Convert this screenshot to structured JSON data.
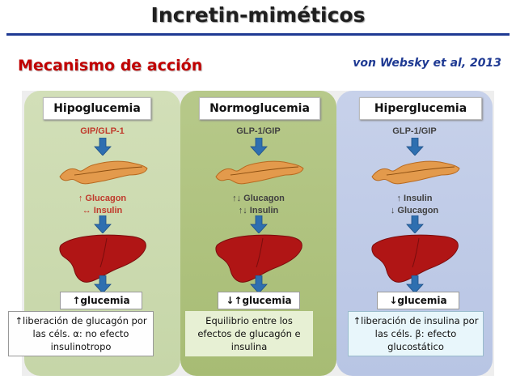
{
  "title": "Incretin-miméticos",
  "subtitle": "Mecanismo de acción",
  "citation": "von Websky et al, 2013",
  "panels": [
    {
      "title": "Hipoglucemia",
      "hormones": "GIP/GLP-1",
      "effect_line1": "↑ Glucagon",
      "effect_line2": "↔ Insulin",
      "glycemia": "↑glucemia",
      "note": "↑liberación de glucagón por las céls. α: no efecto insulinotropo"
    },
    {
      "title": "Normoglucemia",
      "hormones": "GLP-1/GIP",
      "effect_line1": "↑↓ Glucagon",
      "effect_line2": "↑↓ Insulin",
      "glycemia": "↓↑glucemia",
      "note": "Equilibrio entre los efectos de glucagón e insulina"
    },
    {
      "title": "Hiperglucemia",
      "hormones": "GLP-1/GIP",
      "effect_line1": "↑ Insulin",
      "effect_line2": "↓ Glucagon",
      "glycemia": "↓glucemia",
      "note": "↑liberación de insulina por las céls. β: efecto glucostático"
    }
  ],
  "colors": {
    "title_rule": "#1f3a93",
    "subtitle": "#c00000",
    "citation": "#1f3a93",
    "hormone_red": "#c0392b",
    "hormone_dark": "#404040",
    "arrow": "#2e6fb0",
    "liver": "#b01515"
  }
}
